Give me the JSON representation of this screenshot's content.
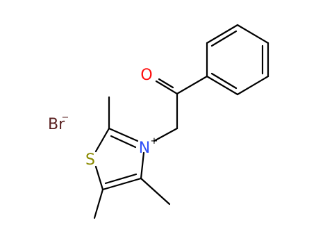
{
  "molecule": {
    "atoms": {
      "oxygen": "O",
      "sulfur": "S",
      "nitrogen": "N",
      "nitrogen_charge": "+",
      "bromide": "Br",
      "bromide_charge": "−"
    },
    "colors": {
      "bond": "#000000",
      "oxygen": "#ff0d0d",
      "sulfur": "#8a8a00",
      "nitrogen": "#3050f8",
      "bromide": "#5a2020"
    }
  }
}
